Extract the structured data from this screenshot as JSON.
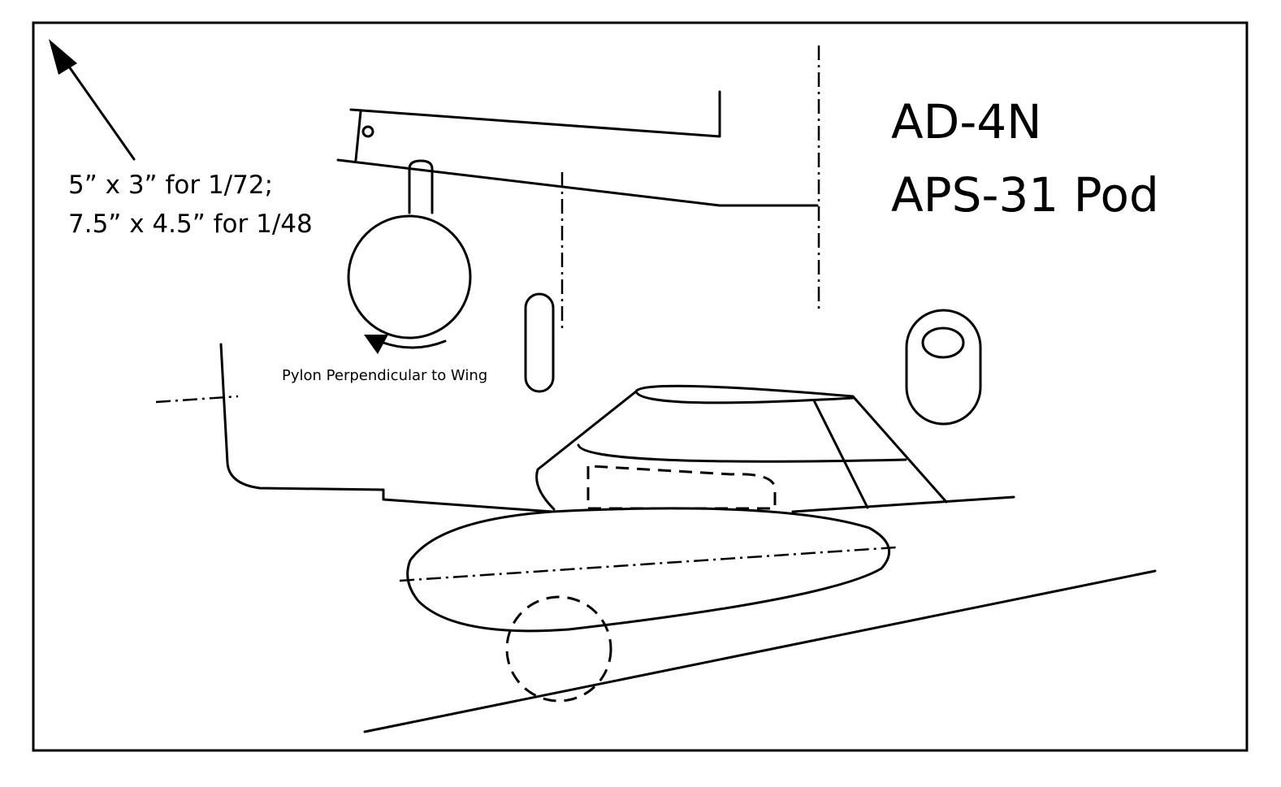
{
  "title": {
    "line1": "AD-4N",
    "line2": "APS-31 Pod"
  },
  "size_note": {
    "line1": "5” x 3” for 1/72;",
    "line2": "7.5” x 4.5” for 1/48"
  },
  "rotation_note": "Pylon Perpendicular to Wing"
}
